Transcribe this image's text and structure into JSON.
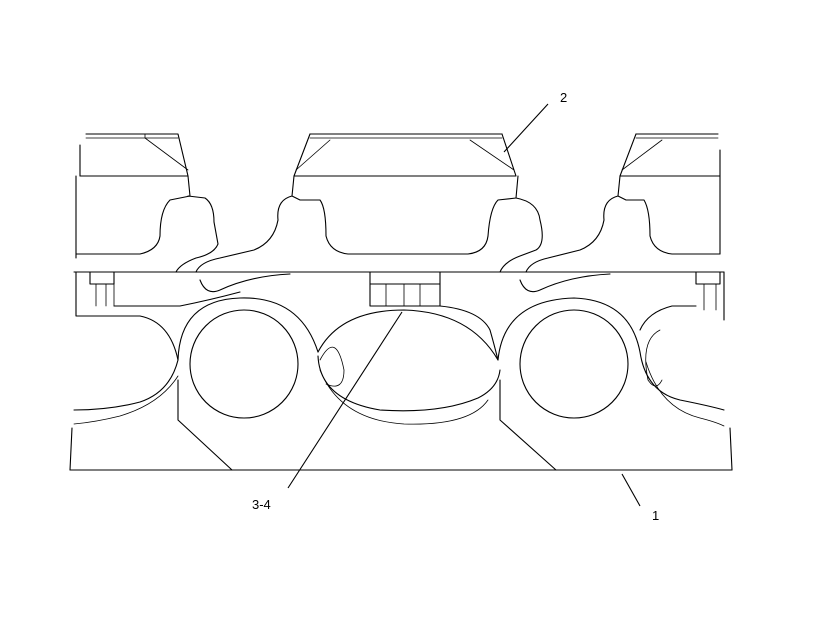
{
  "callouts": {
    "c1": "1",
    "c2": "2",
    "c34": "3-4"
  },
  "colors": {
    "line": "#000000",
    "background": "#ffffff"
  }
}
